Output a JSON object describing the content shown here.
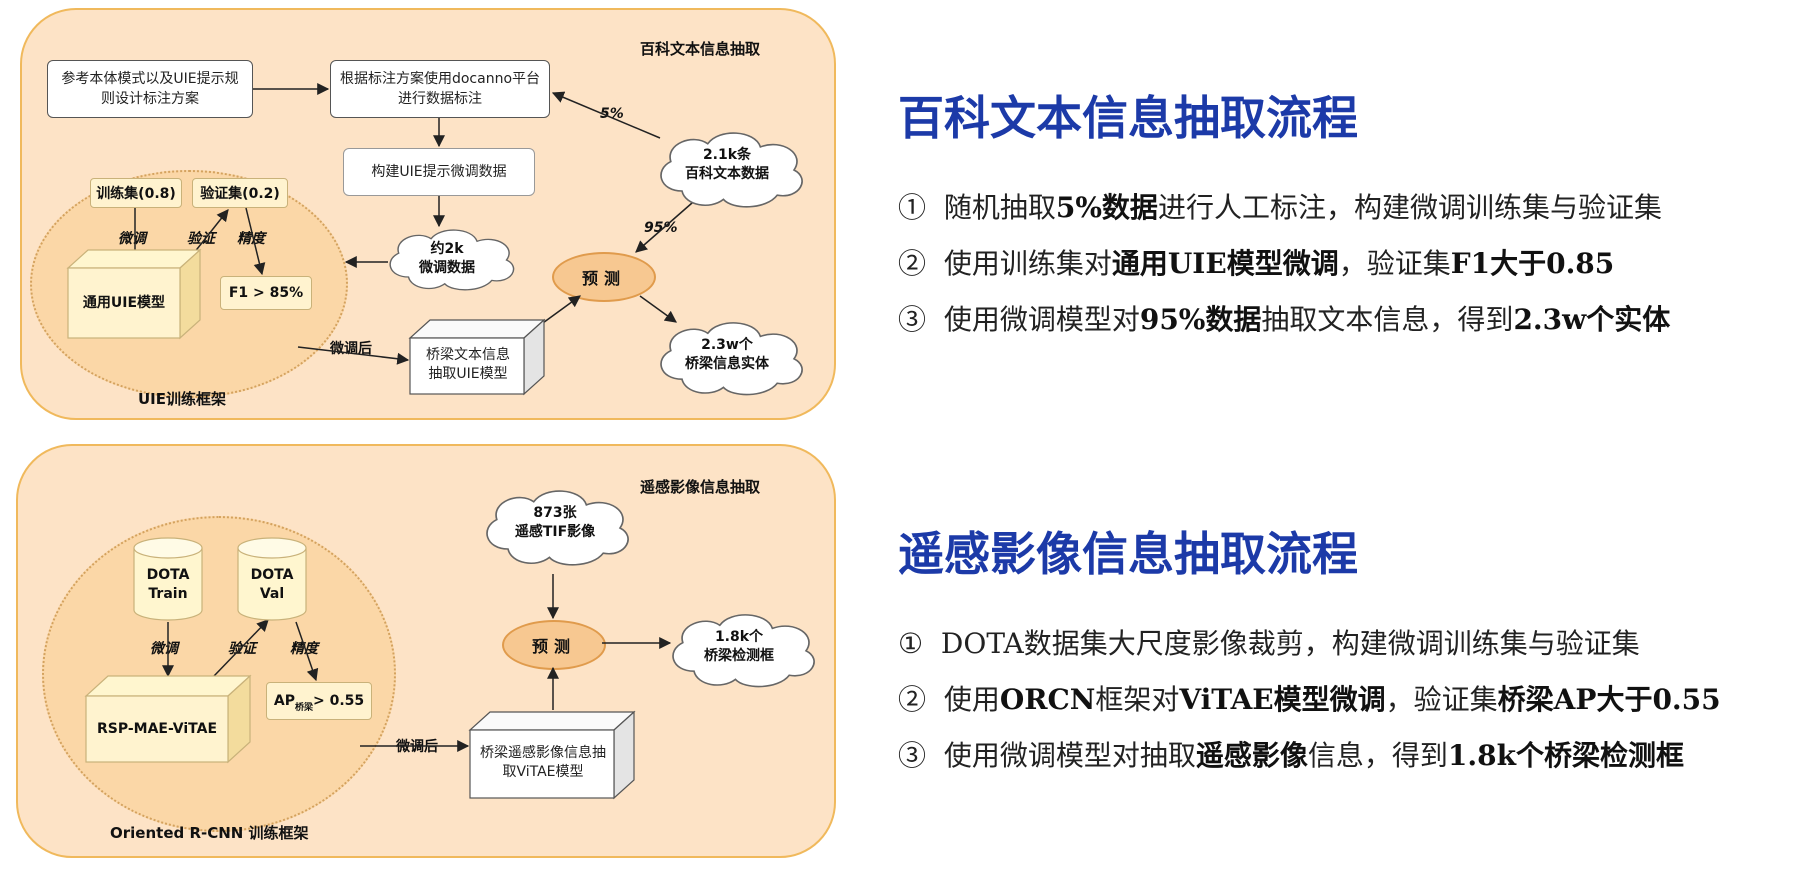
{
  "top": {
    "panel_title": "百科文本信息抽取",
    "box_reference": "参考本体模式以及UIE提示规则设计标注方案",
    "box_annotate": "根据标注方案使用docanno平台进行数据标注",
    "box_build": "构建UIE提示微调数据",
    "cloud_source_line1": "2.1k条",
    "cloud_source_line2": "百科文本数据",
    "pct_annotate": "5%",
    "pct_predict": "95%",
    "cloud_finetune_line1": "约2k",
    "cloud_finetune_line2": "微调数据",
    "train_set": "训练集(0.8)",
    "val_set": "验证集(0.2)",
    "edge_finetune": "微调",
    "edge_validate": "验证",
    "edge_precision": "精度",
    "model": "通用UIE模型",
    "metric": "F1 > 85%",
    "framework_label": "UIE训练框架",
    "after_finetune": "微调后",
    "extract_model": "桥梁文本信息抽取UIE模型",
    "predict": "预测",
    "cloud_result_line1": "2.3w个",
    "cloud_result_line2": "桥梁信息实体"
  },
  "bottom": {
    "panel_title": "遥感影像信息抽取",
    "cloud_source_line1": "873张",
    "cloud_source_line2": "遥感TIF影像",
    "db_train_line1": "DOTA",
    "db_train_line2": "Train",
    "db_val_line1": "DOTA",
    "db_val_line2": "Val",
    "edge_finetune": "微调",
    "edge_validate": "验证",
    "edge_precision": "精度",
    "model": "RSP-MAE-ViTAE",
    "metric_ap": "AP",
    "metric_sub": "桥梁",
    "metric_rest": " > 0.55",
    "framework_label": "Oriented R-CNN 训练框架",
    "after_finetune": "微调后",
    "extract_model": "桥梁遥感影像信息抽取ViTAE模型",
    "predict": "预测",
    "cloud_result_line1": "1.8k个",
    "cloud_result_line2": "桥梁检测框"
  },
  "right_top": {
    "heading": "百科文本信息抽取流程",
    "items": [
      {
        "num": "①",
        "a": "随机抽取",
        "b": "5%数据",
        "c": "进行人工标注，构建微调训练集与验证集"
      },
      {
        "num": "②",
        "a": "使用训练集对",
        "b": "通用UIE模型微调",
        "c": "，验证集",
        "d": "F1大于0.85"
      },
      {
        "num": "③",
        "a": "使用微调模型对",
        "b": "95%数据",
        "c": "抽取文本信息，得到",
        "d": "2.3w个实体"
      }
    ]
  },
  "right_bottom": {
    "heading": "遥感影像信息抽取流程",
    "items": [
      {
        "num": "①",
        "a": "DOTA数据集大尺度影像裁剪，构建微调训练集与验证集"
      },
      {
        "num": "②",
        "a": "使用",
        "b": "ORCN",
        "c": "框架对",
        "d": "ViTAE模型微调",
        "e": "，验证集",
        "f": "桥梁AP大于0.55"
      },
      {
        "num": "③",
        "a": "使用微调模型对抽取",
        "b": "遥感影像",
        "c": "信息，得到",
        "d": "1.8k个桥梁检测框"
      }
    ]
  },
  "colors": {
    "panel_fill": "#fde3c6",
    "panel_border": "#f0b95c",
    "heading": "#1c3aa8"
  }
}
